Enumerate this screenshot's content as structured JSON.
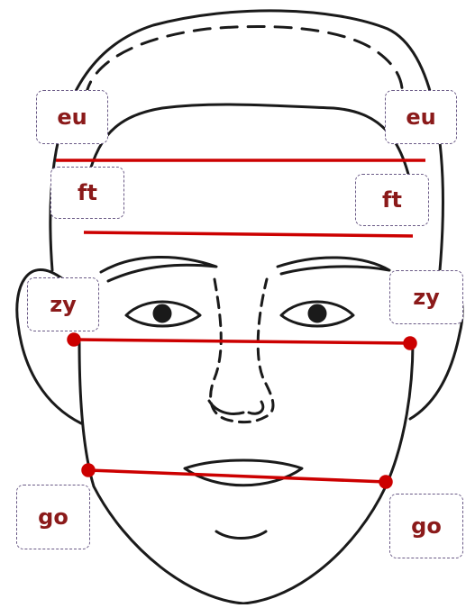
{
  "landmarks": {
    "eu": "eu",
    "ft": "ft",
    "zy": "zy",
    "go": "go"
  },
  "colors": {
    "measure_line": "#cc0000",
    "label_text": "#8b1a1a",
    "label_border": "#6a5a86",
    "sketch": "#1a1a1a"
  }
}
